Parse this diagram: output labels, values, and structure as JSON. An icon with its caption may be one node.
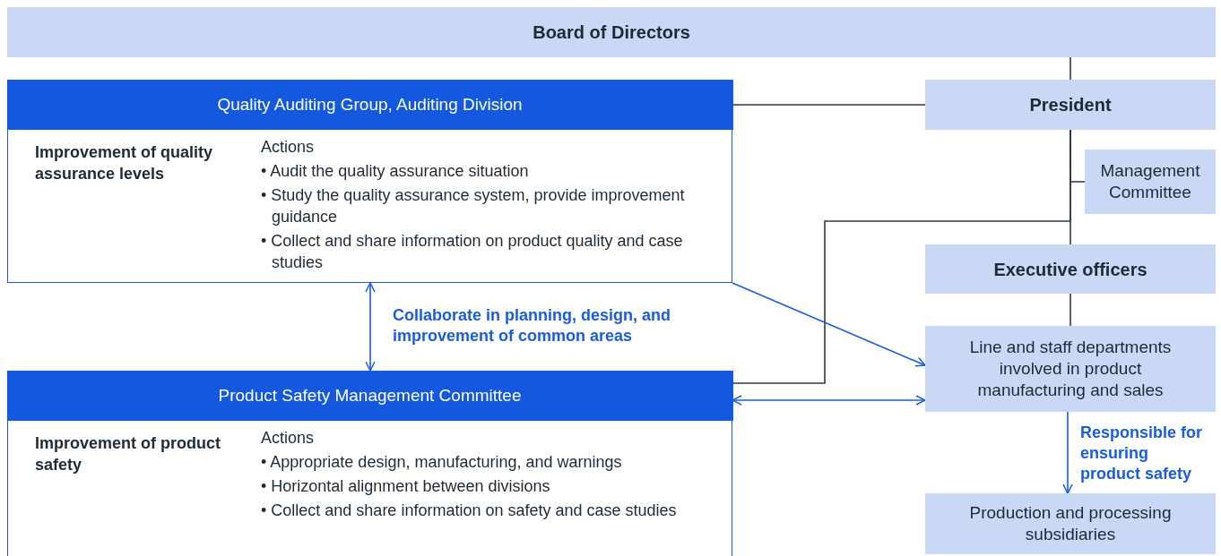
{
  "diagram": {
    "nodes": [
      {
        "text": [
          "Board of Directors"
        ]
      },
      {
        "text": [
          "Quality Auditing Group, Auditing Division",
          "Improvement of quality assurance levels",
          "Actions",
          "• Audit the quality assurance situation",
          "• Study the quality assurance system, provide improvement guidance",
          "• Collect and share information on product quality and case studies"
        ]
      },
      {
        "text": [
          "President"
        ]
      },
      {
        "text": [
          "Management Committee"
        ]
      },
      {
        "text": [
          "Executive officers"
        ]
      },
      {
        "text": [
          "Product Safety Management Committee",
          "Improvement of product safety",
          "Actions",
          "• Appropriate design, manufacturing, and warnings",
          "• Horizontal alignment between divisions",
          "• Collect and share information on safety and case studies"
        ]
      },
      {
        "text": [
          "Line and staff departments involved in product manufacturing and sales"
        ]
      },
      {
        "text": [
          "Production and processing subsidiaries"
        ]
      }
    ],
    "edges": [
      {
        "from": 0,
        "to": 2,
        "arrow": "none"
      },
      {
        "from": 2,
        "to": 1,
        "arrow": "none"
      },
      {
        "from": 2,
        "to": 3,
        "arrow": "none"
      },
      {
        "from": 2,
        "to": 4,
        "arrow": "none"
      },
      {
        "from": 2,
        "to": 5,
        "arrow": "none"
      },
      {
        "from": 4,
        "to": 6,
        "arrow": "none"
      },
      {
        "from": 1,
        "to": 5,
        "arrow": "both",
        "label": "Collaborate in planning, design, and improvement of common areas",
        "color": "#1a5ce0"
      },
      {
        "from": 1,
        "to": 6,
        "arrow": "to",
        "color": "#1a5ce0"
      },
      {
        "from": 5,
        "to": 6,
        "arrow": "both",
        "color": "#1a5ce0"
      },
      {
        "from": 6,
        "to": 7,
        "arrow": "to",
        "label": "Responsible for ensuring product safety",
        "color": "#1a5ce0"
      }
    ]
  }
}
